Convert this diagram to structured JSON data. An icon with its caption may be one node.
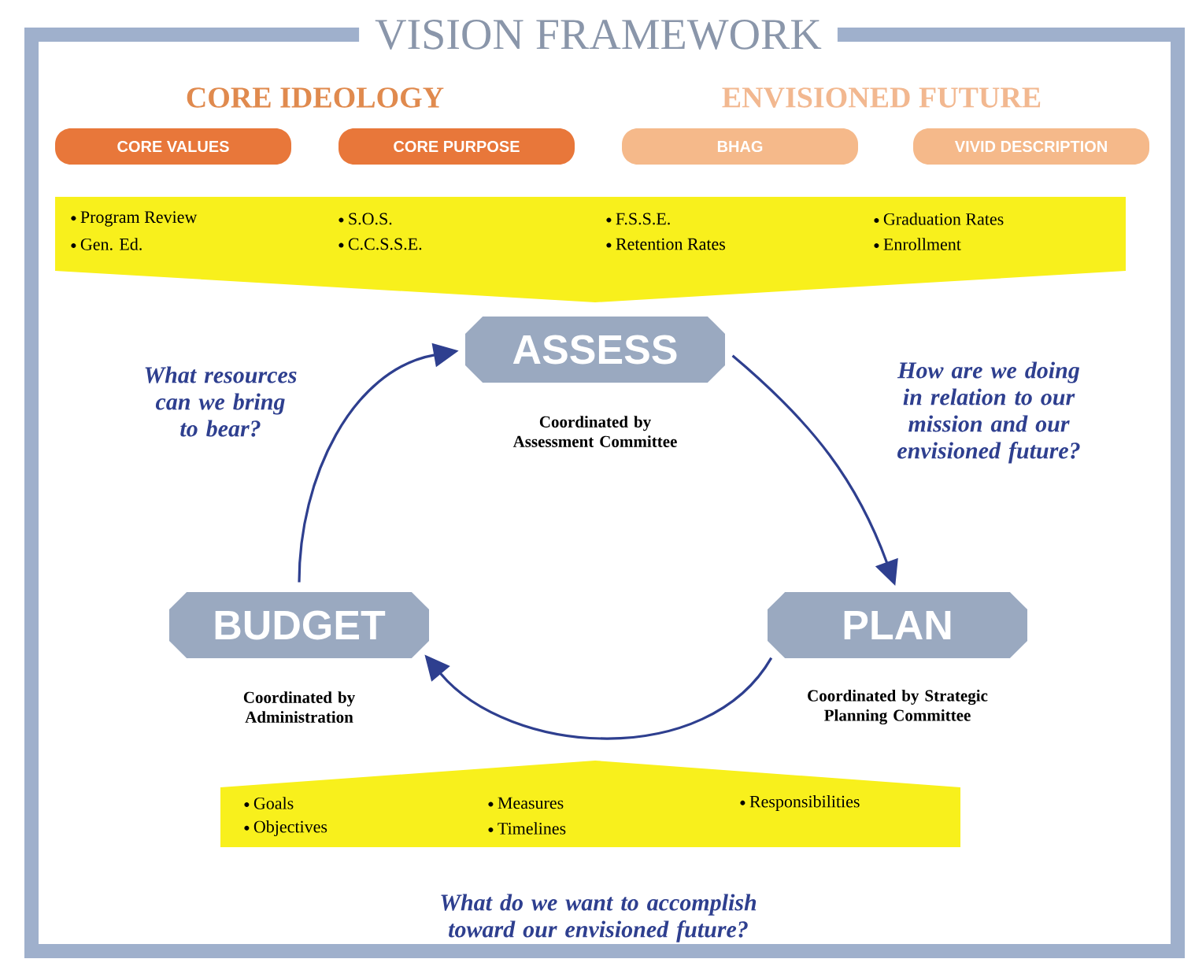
{
  "diagram": {
    "title": "VISION FRAMEWORK",
    "nodes": [
      {
        "text": [
          "CORE VALUES"
        ]
      },
      {
        "text": [
          "CORE PURPOSE"
        ]
      },
      {
        "text": [
          "BHAG"
        ]
      },
      {
        "text": [
          "VIVID DESCRIPTION"
        ]
      },
      {
        "text": [
          "Program Review",
          "Gen. Ed.",
          "S.O.S.",
          "C.C.S.S.E.",
          "F.S.S.E.",
          "Retention Rates",
          "Graduation Rates",
          "Enrollment"
        ]
      },
      {
        "text": [
          "ASSESS"
        ],
        "beside": [
          "Coordinated by Assessment Committee"
        ]
      },
      {
        "text": [
          "PLAN"
        ],
        "beside": [
          "Coordinated by Strategic Planning Committee"
        ]
      },
      {
        "text": [
          "BUDGET"
        ],
        "beside": [
          "Coordinated by Administration"
        ]
      },
      {
        "text": [
          "Goals",
          "Objectives",
          "Measures",
          "Timelines",
          "Responsibilities"
        ]
      }
    ],
    "edges": [
      {
        "from": 5,
        "to": 6,
        "arrow": "to"
      },
      {
        "from": 6,
        "to": 7,
        "arrow": "to"
      },
      {
        "from": 7,
        "to": 5,
        "arrow": "to"
      }
    ],
    "labels": [
      "CORE IDEOLOGY",
      "ENVISIONED FUTURE",
      "What resources can we bring to bear?",
      "How are we doing in relation to our mission and our envisioned future?",
      "What do we want to accomplish toward our envisioned future?"
    ]
  }
}
